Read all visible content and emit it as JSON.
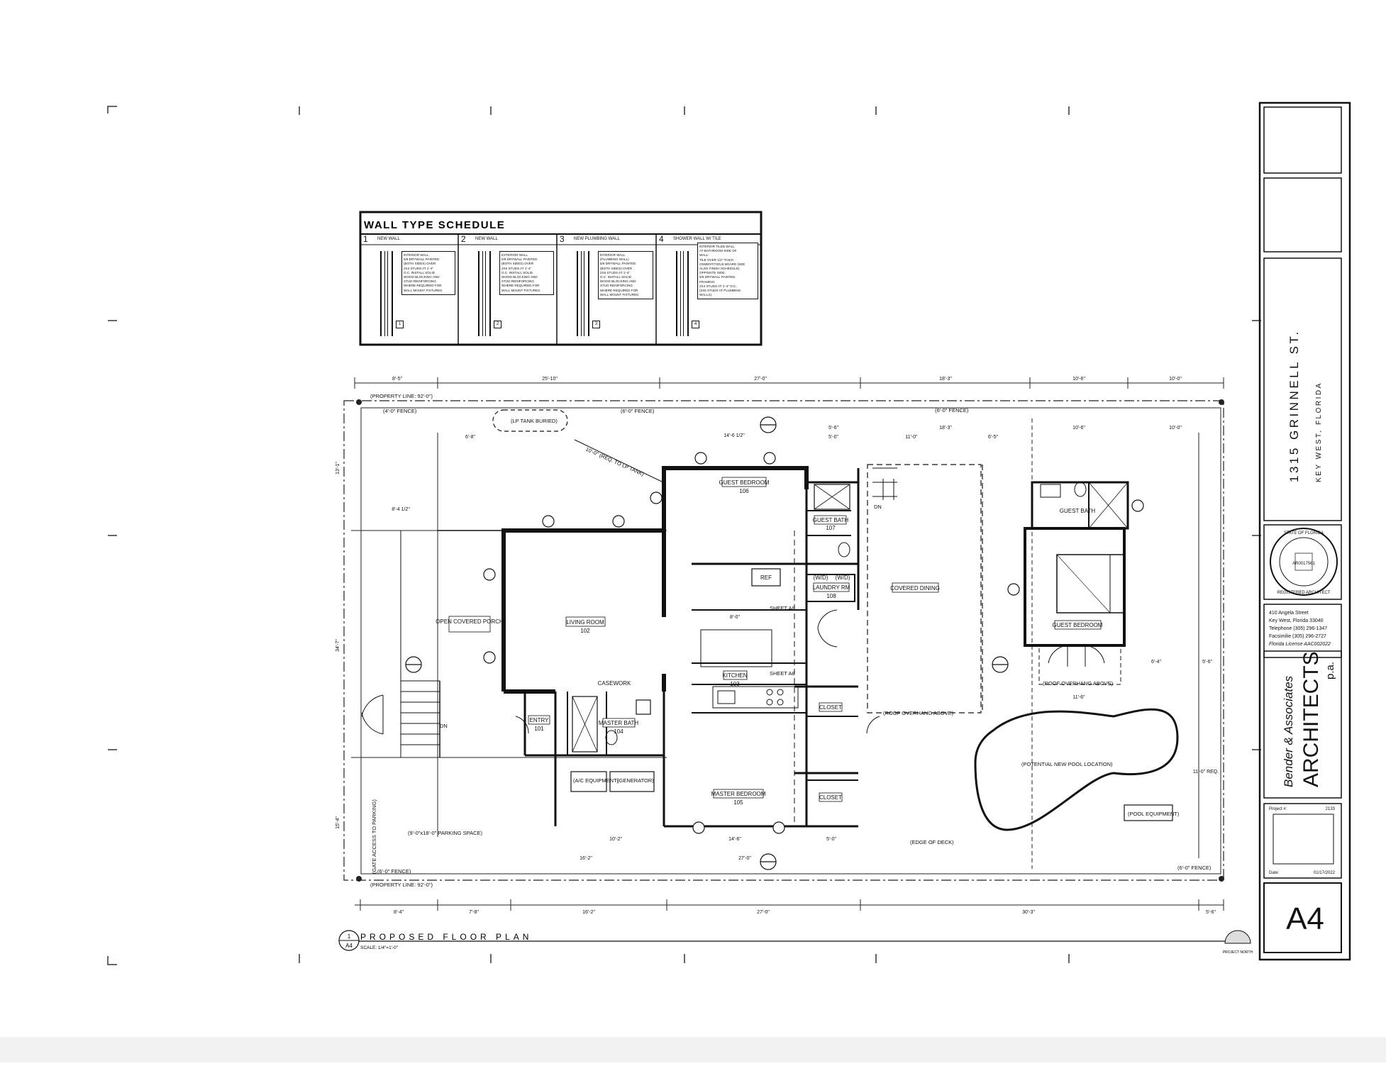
{
  "wall_schedule": {
    "title": "WALL TYPE SCHEDULE",
    "types": [
      {
        "num": "1",
        "name": "NEW WALL",
        "tag": "1",
        "notes": [
          "INTERIOR WALL",
          "5/8 DRYWALL PAINTED",
          "(BOTH SIDES) OVER",
          "2X4 STUDS AT 1'-4\"",
          "O.C. INSTALL SOLID",
          "WOOD BLOCKING AND",
          "STUD REINFORCING",
          "WHERE REQUIRED FOR",
          "WALL MOUNT FIXTURES."
        ]
      },
      {
        "num": "2",
        "name": "NEW WALL",
        "tag": "2",
        "notes": [
          "EXTERIOR WALL",
          "5/8 DRYWALL PAINTED",
          "(BOTH SIDES) OVER",
          "2X6 STUDS AT 1'-4\"",
          "O.C. INSTALL SOLID",
          "WOOD BLOCKING AND",
          "STUD REINFORCING",
          "WHERE REQUIRED FOR",
          "WALL MOUNT FIXTURES."
        ]
      },
      {
        "num": "3",
        "name": "NEW PLUMBING WALL",
        "tag": "3",
        "notes": [
          "INTERIOR WALL",
          "(PLUMBING WALL)",
          "5/8 DRYWALL PAINTED",
          "(BOTH SIDES) OVER",
          "2X6 STUDS AT 1'-4\"",
          "O.C. INSTALL SOLID",
          "WOOD BLOCKING AND",
          "STUD REINFORCING",
          "WHERE REQUIRED FOR",
          "WALL MOUNT FIXTURES."
        ]
      },
      {
        "num": "4",
        "name": "SHOWER WALL W/ TILE",
        "tag": "4",
        "notes": [
          "INTERIOR TILED WALL",
          "AT BATHROOM SIDE OF",
          "WALL:",
          "TILE OVER 1/2\" THICK",
          "CEMENTITIOUS BOARD (SEE",
          "ALSO FINISH SCHEDULE).",
          "OPPOSITE SIDE:",
          "5/8 DRYWALL PAINTED.",
          "FRAMING:",
          "2X4 STUDS AT 1'-4\" O.C.",
          "(2X6 STUDS AT PLUMBING",
          "WALLS)."
        ]
      }
    ]
  },
  "rooms": {
    "guest_bedroom_106": "GUEST BEDROOM",
    "guest_bedroom_106_num": "106",
    "guest_bath_107": "GUEST BATH",
    "guest_bath_107_num": "107",
    "laundry": "LAUNDRY RM",
    "laundry_num": "108",
    "living": "LIVING ROOM",
    "living_num": "102",
    "porch": "OPEN COVERED PORCH",
    "covered_dining": "COVERED DINING",
    "kitchen": "KITCHEN",
    "kitchen_num": "103",
    "entry": "ENTRY",
    "entry_num": "101",
    "master_bath": "MASTER BATH",
    "master_bath_num": "104",
    "master_bedroom": "MASTER BEDROOM",
    "master_bedroom_num": "105",
    "closet_1": "CLOSET",
    "closet_2": "CLOSET",
    "cottage_bedroom": "GUEST BEDROOM",
    "cottage_bath": "GUEST BATH",
    "ref": "REF",
    "wd1": "(W/D)",
    "wd2": "(W/D)",
    "casework": "CASEWORK"
  },
  "notes": {
    "property_line_top": "(PROPERTY LINE: 92'-0\")",
    "property_line_bottom": "(PROPERTY LINE: 92'-0\")",
    "fence_4_top": "(4'-0\" FENCE)",
    "fence_6_top1": "(6'-0\" FENCE)",
    "fence_6_top2": "(6'-0\" FENCE)",
    "fence_6_bottom": "(6'-0\" FENCE)",
    "fence_6_bottom_right": "(6'-0\" FENCE)",
    "lp_tank": "(LP TANK BURIED)",
    "lp_req": "10'-0\" (REQ. TO LP TANK)",
    "ac_equipment": "(A/C EQUIPMENT)",
    "generator": "(GENERATOR)",
    "parking": "(9'-0\"x18'-0\" PARKING SPACE)",
    "gate": "(GATE ACCESS TO PARKING)",
    "roof_overhang": "(ROOF OVERHANG ABOVE)",
    "roof_overhang_cottage": "(ROOF OVERHANG ABOVE)",
    "pool": "(POTENTIAL NEW POOL LOCATION)",
    "pool_equipment": "(POOL EQUIPMENT)",
    "edge_of_deck": "(EDGE OF DECK)",
    "sheet_a8_1": "SHEET A8",
    "sheet_a8_2": "SHEET A8",
    "dn_1": "DN",
    "dn_2": "DN"
  },
  "dimensions": {
    "top": [
      "8'-5\"",
      "25'-10\"",
      "27'-0\"",
      "18'-3\"",
      "10'-6\"",
      "10'-0\""
    ],
    "bottom": [
      "8'-4\"",
      "7'-8\"",
      "16'-2\"",
      "27'-0\"",
      "30'-3\"",
      "5'-6\""
    ],
    "misc": [
      "14'-6 1/2\"",
      "5'-6\"",
      "5'-0\"",
      "11'-0\"",
      "18'-3\"",
      "6'-5\"",
      "10'-6\"",
      "10'-0\"",
      "6'-8\"",
      "8'-4 1/2\"",
      "10'-2\"",
      "14'-6\"",
      "5'-0\"",
      "16'-2\"",
      "27'-0\"",
      "8'-0\"",
      "6'-4\"",
      "5'-6\"",
      "11'-6\"",
      "34'-7\"",
      "11'-0\" REQ.",
      "13'-1\"",
      "15'-4\""
    ]
  },
  "drawing_title": {
    "title": "PROPOSED FLOOR PLAN",
    "scale": "SCALE: 1/4\"=1'-0\"",
    "detail_num": "1",
    "detail_sheet": "A4",
    "north": "PROJECT NORTH"
  },
  "title_block": {
    "address": "1315 GRINNELL ST.",
    "city": "KEY WEST, FLORIDA",
    "seal_top": "STATE OF FLORIDA",
    "seal_bottom": "REGISTERED ARCHITECT",
    "seal_id": "AR0017561",
    "firm_address": [
      "410 Angela Street",
      "Key West, Florida 33040",
      "Telephone (305) 296-1347",
      "Facsimilie (305) 296-2727",
      "Florida License AAC002022"
    ],
    "firm_name": "Bender & Associates",
    "firm_type": "ARCHITECTS",
    "firm_suffix": "p.a.",
    "project_label": "Project #:",
    "project_num": "2133",
    "date_label": "Date:",
    "date": "01/17/2022",
    "sheet": "A4"
  }
}
